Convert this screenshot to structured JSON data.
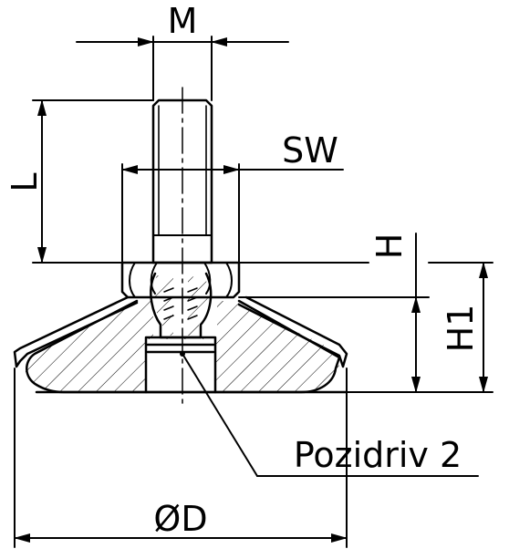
{
  "labels": {
    "thread": "M",
    "wrench_size": "SW",
    "length": "L",
    "height": "H",
    "height_total": "H1",
    "diameter": "ØD",
    "drive": "Pozidriv 2"
  },
  "colors": {
    "line": "#000000",
    "background": "#ffffff"
  }
}
